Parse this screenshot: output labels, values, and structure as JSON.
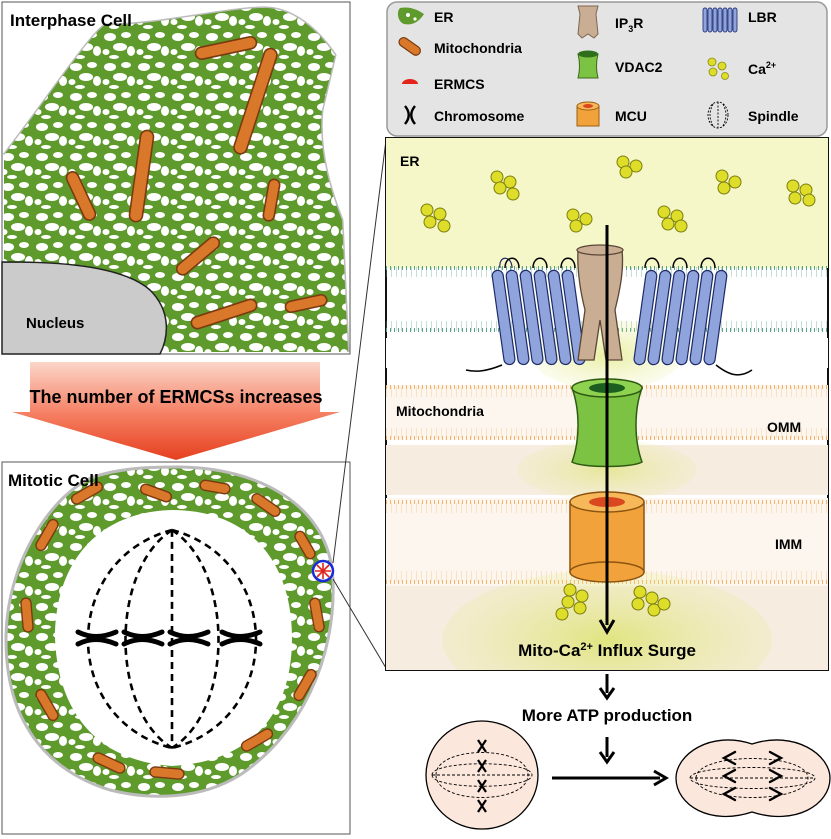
{
  "panels": {
    "interphase_title": "Interphase Cell",
    "nucleus_label": "Nucleus",
    "arrow_text": "The number of ERMCSs increases",
    "mitotic_title": "Mitotic Cell"
  },
  "legend": {
    "items": [
      {
        "label": "ER",
        "icon": "er-icon"
      },
      {
        "label": "Mitochondria",
        "icon": "mitochondria-icon"
      },
      {
        "label": "ERMCS",
        "icon": "ermcs-icon"
      },
      {
        "label": "Chromosome",
        "icon": "chromosome-icon"
      },
      {
        "label_main": "IP",
        "label_sub": "3",
        "label_tail": "R",
        "icon": "ip3r-icon"
      },
      {
        "label": "VDAC2",
        "icon": "vdac2-icon"
      },
      {
        "label": "MCU",
        "icon": "mcu-icon"
      },
      {
        "label": "LBR",
        "icon": "lbr-icon"
      },
      {
        "label_main": "Ca",
        "label_sup": "2+",
        "icon": "calcium-icon"
      },
      {
        "label": "Spindle",
        "icon": "spindle-icon"
      }
    ]
  },
  "zoom": {
    "er_label": "ER",
    "mito_label": "Mitochondria",
    "omm_label": "OMM",
    "imm_label": "IMM",
    "influx_main": "Mito-Ca",
    "influx_sup": "2+",
    "influx_tail": " Influx Surge"
  },
  "bottom": {
    "atp_text": "More ATP production"
  },
  "colors": {
    "er_green": "#5e9a2c",
    "mito_orange": "#d9772a",
    "lbr_blue": "#8fa3dc",
    "ip3r_tan": "#c9ae94",
    "vdac_green": "#7cc243",
    "mcu_orange": "#f2a23a",
    "ca_yellow": "#dede2a",
    "arrow_red": "#e8462c",
    "cell_pink": "#fbe7dc"
  }
}
